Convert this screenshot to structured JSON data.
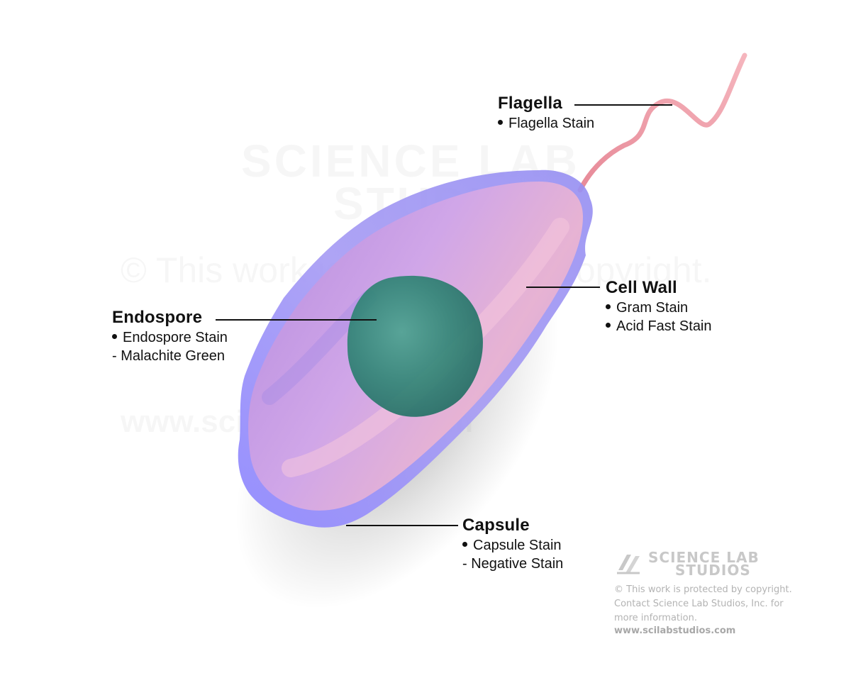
{
  "labels": {
    "flagella": {
      "title": "Flagella",
      "items": [
        "Flagella Stain"
      ]
    },
    "cell_wall": {
      "title": "Cell Wall",
      "items": [
        "Gram Stain",
        "Acid Fast Stain"
      ]
    },
    "endospore": {
      "title": "Endospore",
      "bullet_item": "Endospore Stain",
      "sub_item": "- Malachite Green"
    },
    "capsule": {
      "title": "Capsule",
      "bullet_item": "Capsule Stain",
      "sub_item": "- Negative Stain"
    }
  },
  "watermark": {
    "brand_line1": "SCIENCE LAB",
    "brand_line2": "STUDIOS",
    "notice_1": "© This work is protected by copyright.",
    "notice_2": "Contact Science Lab Studios, Inc. for",
    "notice_3": "more information.",
    "url": "www.scilabstudios.com"
  },
  "colors": {
    "capsule_blue": "#8f86f0",
    "cell_body": "#c9a3e6",
    "cell_pink": "#e8a6c8",
    "endospore_green": "#2f8a78",
    "flagellum": "#ef9aa6",
    "leader_line": "#111111"
  }
}
